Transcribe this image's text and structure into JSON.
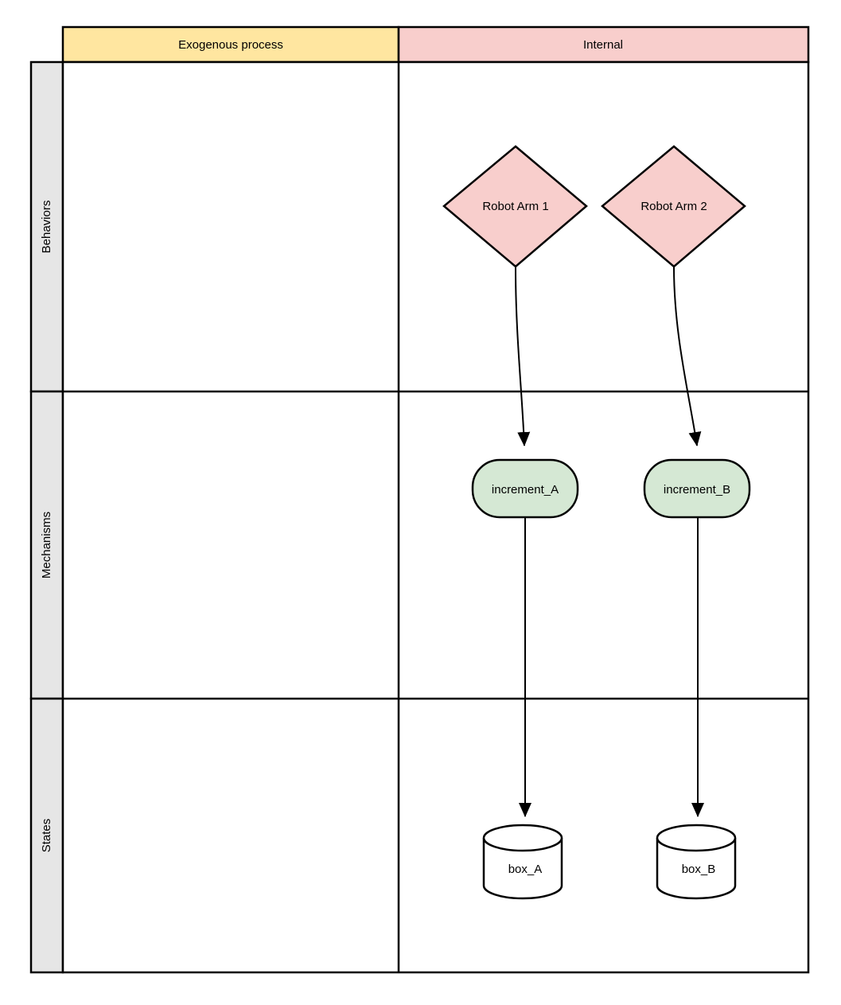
{
  "diagram": {
    "type": "swimlane-matrix",
    "background": "#ffffff",
    "stroke": "#000000",
    "columns": [
      {
        "id": "exogenous",
        "label": "Exogenous process",
        "fill": "#ffe6a0"
      },
      {
        "id": "internal",
        "label": "Internal",
        "fill": "#f8cecc"
      }
    ],
    "rows": [
      {
        "id": "behaviors",
        "label": "Behaviors",
        "fill": "#e6e6e6"
      },
      {
        "id": "mechanisms",
        "label": "Mechanisms",
        "fill": "#e6e6e6"
      },
      {
        "id": "states",
        "label": "States",
        "fill": "#e6e6e6"
      }
    ],
    "nodes": [
      {
        "id": "robot-arm-1",
        "label": "Robot Arm 1",
        "shape": "diamond",
        "fill": "#f8cecc",
        "row": "behaviors",
        "column": "internal"
      },
      {
        "id": "robot-arm-2",
        "label": "Robot Arm 2",
        "shape": "diamond",
        "fill": "#f8cecc",
        "row": "behaviors",
        "column": "internal"
      },
      {
        "id": "increment-a",
        "label": "increment_A",
        "shape": "stadium",
        "fill": "#d5e8d4",
        "row": "mechanisms",
        "column": "internal"
      },
      {
        "id": "increment-b",
        "label": "increment_B",
        "shape": "stadium",
        "fill": "#d5e8d4",
        "row": "mechanisms",
        "column": "internal"
      },
      {
        "id": "box-a",
        "label": "box_A",
        "shape": "cylinder",
        "fill": "#ffffff",
        "row": "states",
        "column": "internal"
      },
      {
        "id": "box-b",
        "label": "box_B",
        "shape": "cylinder",
        "fill": "#ffffff",
        "row": "states",
        "column": "internal"
      }
    ],
    "edges": [
      {
        "id": "edge-arm1-increment-a",
        "from": "robot-arm-1",
        "to": "increment-a",
        "style": "curved-arrow"
      },
      {
        "id": "edge-arm2-increment-b",
        "from": "robot-arm-2",
        "to": "increment-b",
        "style": "curved-arrow"
      },
      {
        "id": "edge-increment-a-box-a",
        "from": "increment-a",
        "to": "box-a",
        "style": "straight-arrow"
      },
      {
        "id": "edge-increment-b-box-b",
        "from": "increment-b",
        "to": "box-b",
        "style": "straight-arrow"
      }
    ]
  }
}
